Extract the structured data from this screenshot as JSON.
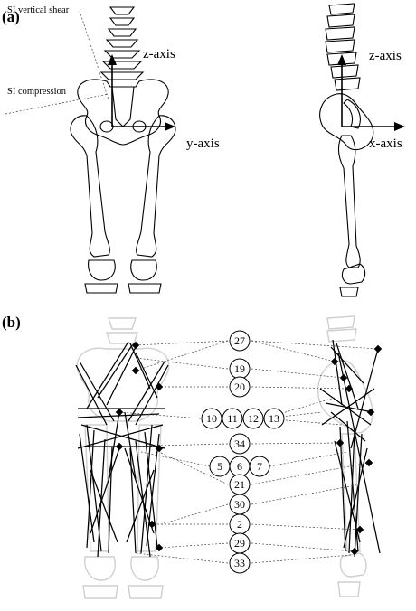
{
  "panels": {
    "a": {
      "label": "(a)",
      "labels": {
        "si_vertical_shear": "SI vertical shear",
        "si_compression": "SI compression",
        "z_axis_front": "z-axis",
        "y_axis": "y-axis",
        "z_axis_side": "z-axis",
        "x_axis": "x-axis"
      }
    },
    "b": {
      "label": "(b)",
      "muscle_group_numbers": [
        "27",
        "19",
        "20",
        "10",
        "11",
        "12",
        "13",
        "34",
        "5",
        "6",
        "7",
        "21",
        "30",
        "2",
        "29",
        "33"
      ]
    }
  }
}
